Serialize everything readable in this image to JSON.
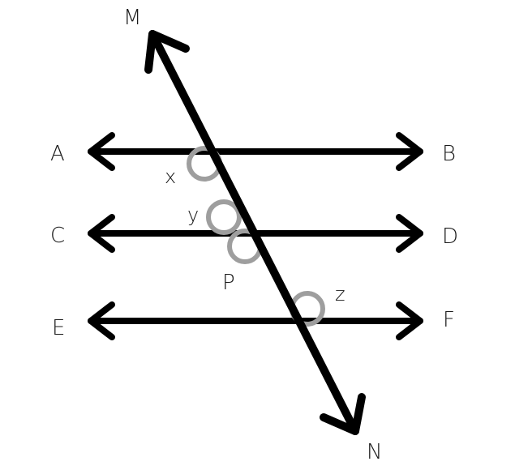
{
  "points": {
    "A": "A",
    "B": "B",
    "C": "C",
    "D": "D",
    "E": "E",
    "F": "F",
    "M": "M",
    "N": "N",
    "P": "P"
  },
  "angles": {
    "x": "x",
    "y": "y",
    "z": "z"
  },
  "colors": {
    "lines": "#000000",
    "angle_marks": "#9e9e9e",
    "labels": "#1a1a1a"
  }
}
